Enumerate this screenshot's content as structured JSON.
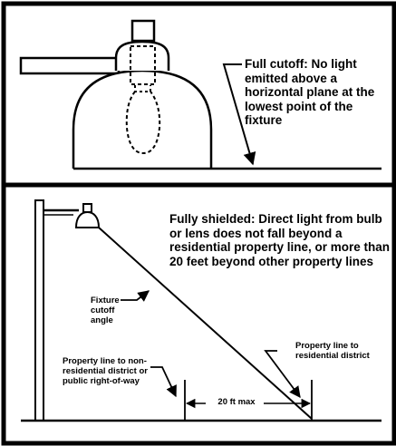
{
  "top_panel": {
    "full_cutoff_text": "Full cutoff: No light emitted above a horizontal plane at the lowest point of the fixture"
  },
  "bottom_panel": {
    "fully_shielded_text": "Fully shielded: Direct light from bulb or lens does not fall beyond a residential property line, or more than 20 feet beyond other property lines",
    "fixture_cutoff_angle_text": "Fixture cutoff angle",
    "property_line_nonres_text": "Property line to non-residential district or public right-of-way",
    "property_line_res_text": "Property line to residential district",
    "distance_text": "20 ft max"
  }
}
